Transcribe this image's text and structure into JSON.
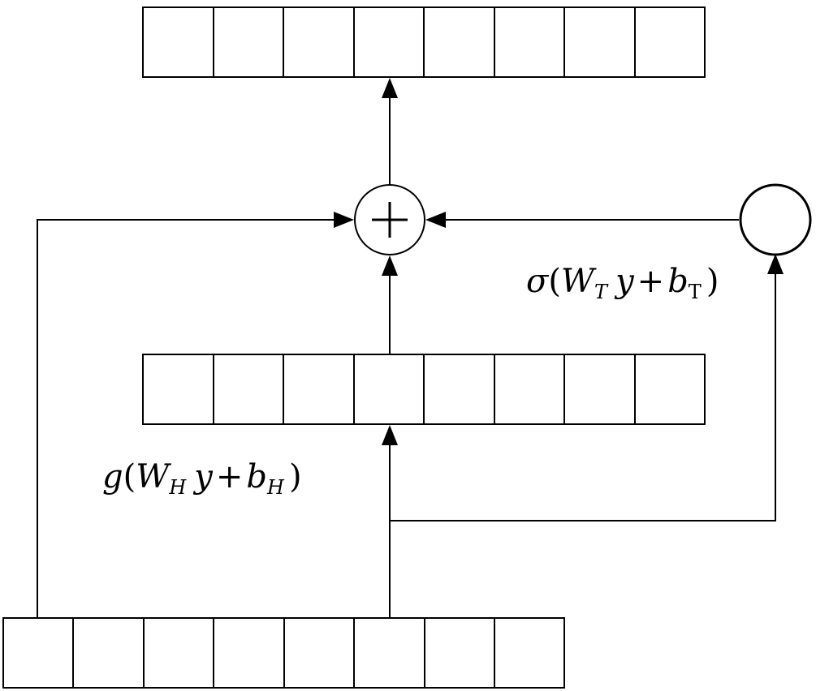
{
  "diagram": {
    "layers": [
      {
        "id": "output-layer",
        "cell_count": 8
      },
      {
        "id": "transform-layer",
        "cell_count": 8
      },
      {
        "id": "input-layer",
        "cell_count": 8
      }
    ],
    "nodes": {
      "sum_symbol": "+",
      "gate": ""
    },
    "labels": {
      "gate_formula": {
        "fn": "σ",
        "open": "(",
        "w": "W",
        "w_sub": "T",
        "var": "y",
        "plus": "+",
        "b": "b",
        "b_sub": "T",
        "close": ")"
      },
      "transform_formula": {
        "fn": "g",
        "open": "(",
        "w": "W",
        "w_sub": "H",
        "var": "y",
        "plus": "+",
        "b": "b",
        "b_sub": "H",
        "close": ")"
      }
    },
    "colors": {
      "stroke": "#000000",
      "background": "#ffffff"
    }
  }
}
